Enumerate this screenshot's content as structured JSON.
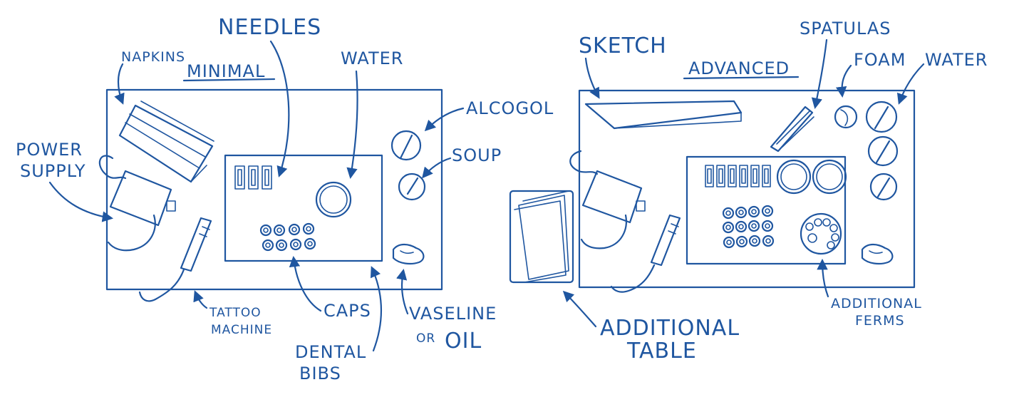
{
  "colors": {
    "ink": "#1f56a0",
    "paper": "#ffffff"
  },
  "minimal": {
    "title": "MINIMAL",
    "labels": {
      "napkins": "NAPKINS",
      "needles": "NEEDLES",
      "water": "WATER",
      "alcogol": "ALCOGOL",
      "soup": "SOUP",
      "power_supply_1": "POWER",
      "power_supply_2": "SUPPLY",
      "tattoo_machine_1": "TATTOO",
      "tattoo_machine_2": "MACHINE",
      "caps": "CAPS",
      "dental_bibs_1": "DENTAL",
      "dental_bibs_2": "BIBS",
      "vaseline_1": "VASELINE",
      "vaseline_2": "OR",
      "vaseline_3": "OIL"
    }
  },
  "advanced": {
    "title": "ADVANCED",
    "labels": {
      "sketch": "SKETCH",
      "spatulas": "SPATULAS",
      "foam": "FOAM",
      "water": "WATER",
      "additional_table_1": "ADDITIONAL",
      "additional_table_2": "TABLE",
      "additional_ferms_1": "ADDITIONAL",
      "additional_ferms_2": "FERMS"
    }
  }
}
